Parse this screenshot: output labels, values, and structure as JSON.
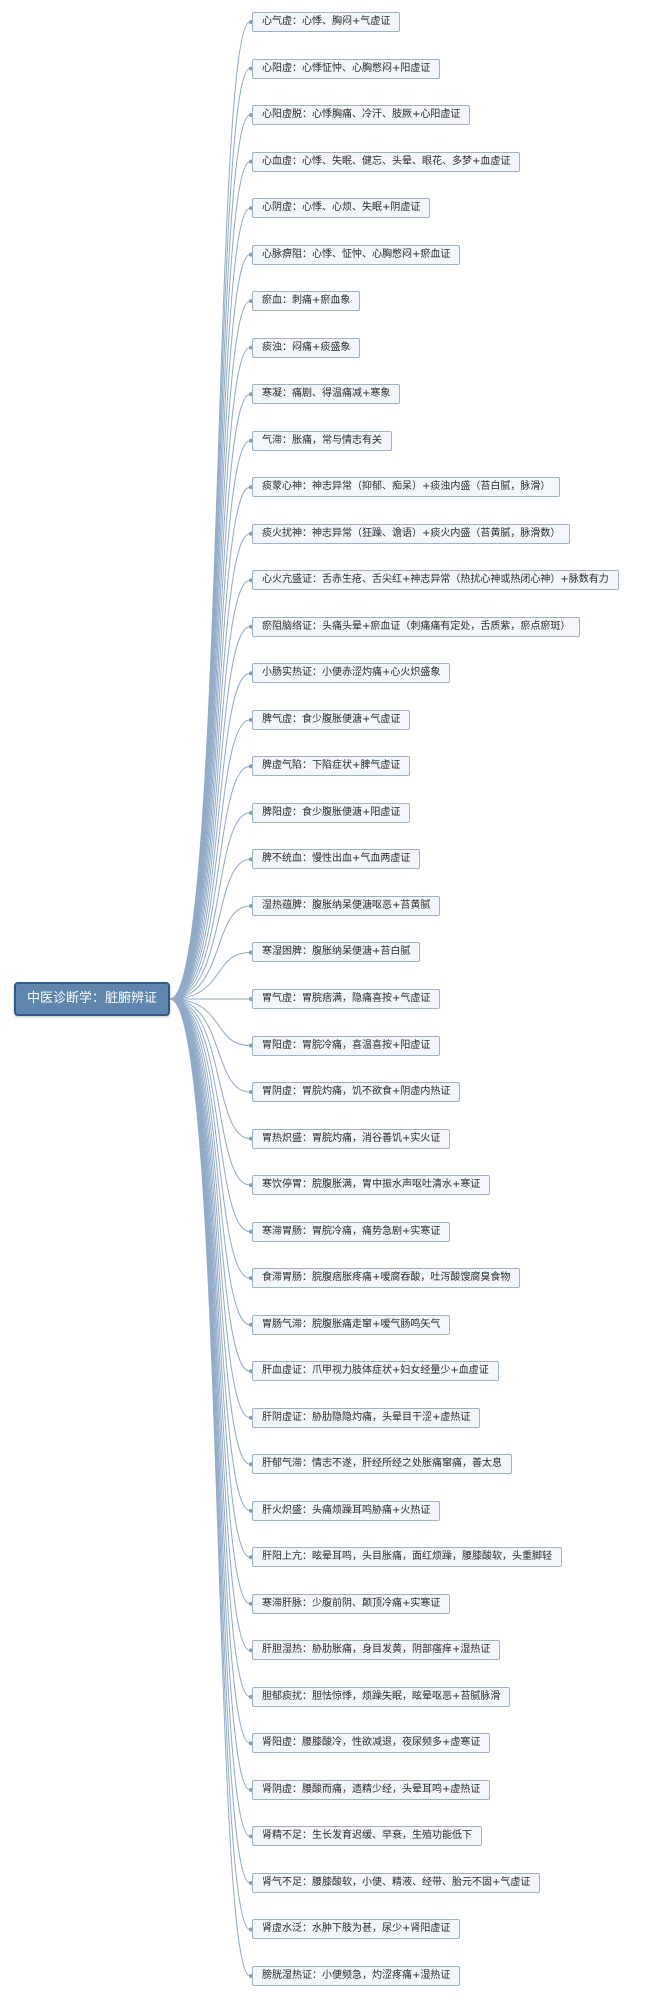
{
  "root": {
    "label": "中医诊断学：脏腑辨证"
  },
  "branches": [
    {
      "label": "心气虚：心悸、胸闷+气虚证"
    },
    {
      "label": "心阳虚：心悸怔忡、心胸憋闷+阳虚证"
    },
    {
      "label": "心阳虚脱：心悸胸痛、冷汗、肢厥+心阳虚证"
    },
    {
      "label": "心血虚：心悸、失眠、健忘、头晕、眼花、多梦+血虚证"
    },
    {
      "label": "心阴虚：心悸、心烦、失眠+阴虚证"
    },
    {
      "label": "心脉痹阻：心悸、怔忡、心胸憋闷+瘀血证"
    },
    {
      "label": "瘀血：刺痛+瘀血象"
    },
    {
      "label": "痰浊：闷痛+痰盛象"
    },
    {
      "label": "寒凝：痛剧、得温痛减+寒象"
    },
    {
      "label": "气滞：胀痛，常与情志有关"
    },
    {
      "label": "痰蒙心神：神志异常（抑郁、痴呆）+痰浊内盛（苔白腻，脉滑）"
    },
    {
      "label": "痰火扰神：神志异常（狂躁、谵语）+痰火内盛（苔黄腻，脉滑数）"
    },
    {
      "label": "心火亢盛证：舌赤生疮、舌尖红+神志异常（热扰心神或热闭心神）+脉数有力"
    },
    {
      "label": "瘀阻脑络证：头痛头晕+瘀血证（刺痛痛有定处，舌质紫，瘀点瘀斑）"
    },
    {
      "label": "小肠实热证：小便赤涩灼痛+心火炽盛象"
    },
    {
      "label": "脾气虚：食少腹胀便溏+气虚证"
    },
    {
      "label": "脾虚气陷：下陷症状+脾气虚证"
    },
    {
      "label": "脾阳虚：食少腹胀便溏+阳虚证"
    },
    {
      "label": "脾不统血：慢性出血+气血两虚证"
    },
    {
      "label": "湿热蕴脾：腹胀纳呆便溏呕恶+苔黄腻"
    },
    {
      "label": "寒湿困脾：腹胀纳呆便溏+苔白腻"
    },
    {
      "label": "胃气虚：胃脘痞满，隐痛喜按+气虚证"
    },
    {
      "label": "胃阳虚：胃脘冷痛，喜温喜按+阳虚证"
    },
    {
      "label": "胃阴虚：胃脘灼痛，饥不欲食+阴虚内热证"
    },
    {
      "label": "胃热炽盛：胃脘灼痛，消谷善饥+实火证"
    },
    {
      "label": "寒饮停胃：脘腹胀满，胃中振水声呕吐清水+寒证"
    },
    {
      "label": "寒滞胃肠：胃脘冷痛，痛势急剧+实寒证"
    },
    {
      "label": "食滞胃肠：脘腹痞胀疼痛+嗳腐吞酸，吐泻酸馊腐臭食物"
    },
    {
      "label": "胃肠气滞：脘腹胀痛走窜+嗳气肠鸣矢气"
    },
    {
      "label": "肝血虚证：爪甲视力肢体症状+妇女经量少+血虚证"
    },
    {
      "label": "肝阴虚证：胁肋隐隐灼痛，头晕目干涩+虚热证"
    },
    {
      "label": "肝郁气滞：情志不遂，肝经所经之处胀痛窜痛，善太息"
    },
    {
      "label": "肝火炽盛：头痛烦躁耳鸣胁痛+火热证"
    },
    {
      "label": "肝阳上亢：眩晕耳鸣，头目胀痛，面红烦躁，腰膝酸软，头重脚轻"
    },
    {
      "label": "寒滞肝脉：少腹前阴、颠顶冷痛+实寒证"
    },
    {
      "label": "肝胆湿热：胁肋胀痛，身目发黄，阴部瘙痒+湿热证"
    },
    {
      "label": "胆郁痰扰：胆怯惊悸，烦躁失眠，眩晕呕恶+苔腻脉滑"
    },
    {
      "label": "肾阳虚：腰膝酸冷，性欲减退，夜尿频多+虚寒证"
    },
    {
      "label": "肾阴虚：腰酸而痛，遗精少经，头晕耳鸣+虚热证"
    },
    {
      "label": "肾精不足：生长发育迟缓、早衰，生殖功能低下"
    },
    {
      "label": "肾气不足：腰膝酸软，小便、精液、经带、胎元不固+气虚证"
    },
    {
      "label": "肾虚水泛：水肿下肢为甚，尿少+肾阳虚证"
    },
    {
      "label": "膀胱湿热证：小便频急，灼涩疼痛+湿热证"
    }
  ]
}
